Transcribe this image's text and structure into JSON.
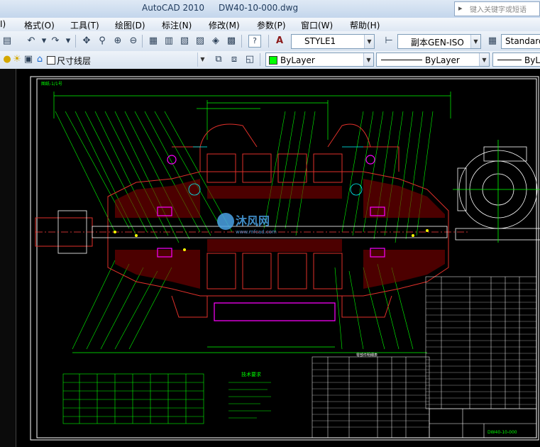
{
  "window": {
    "app_title": "AutoCAD 2010",
    "file_title": "DW40-10-000.dwg",
    "search_placeholder": "键入关键字或短语"
  },
  "menu": [
    {
      "label": "I)"
    },
    {
      "label": "格式(O)"
    },
    {
      "label": "工具(T)"
    },
    {
      "label": "绘图(D)"
    },
    {
      "label": "标注(N)"
    },
    {
      "label": "修改(M)"
    },
    {
      "label": "参数(P)"
    },
    {
      "label": "窗口(W)"
    },
    {
      "label": "帮助(H)"
    }
  ],
  "toolbar1": {
    "text_style": "STYLE1",
    "dim_style": "副本GEN-ISO",
    "table_style": "Standard"
  },
  "toolbar2": {
    "layer": "尺寸线层",
    "color": "ByLayer",
    "linetype": "ByLayer",
    "lineweight": "ByLa"
  },
  "colors": {
    "accent_drawing_red": "#e0302a",
    "accent_drawing_green": "#00ff00",
    "accent_drawing_magenta": "#ff00ff",
    "accent_drawing_yellow": "#ffff00",
    "accent_drawing_cyan": "#00ffff",
    "workspace": "#000000"
  },
  "watermark": {
    "brand": "沐风网",
    "url": "www.mfcad.com"
  },
  "drawing_text": {
    "frame_label": "图纸-1/1号",
    "title_block_name": "DW40-10-000",
    "notes_title": "技术要求",
    "table_title": "零部件明细表"
  }
}
